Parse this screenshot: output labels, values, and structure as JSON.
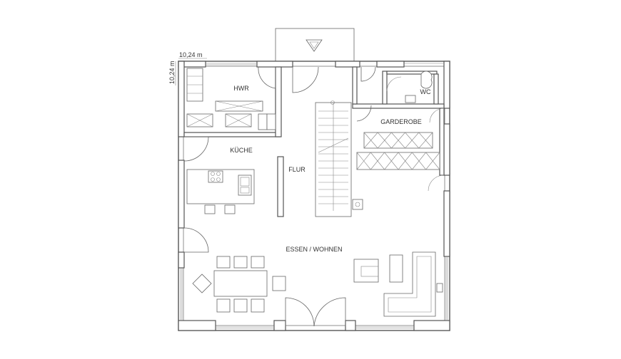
{
  "dimensions": {
    "width": "10,24 m",
    "height": "10,24 m"
  },
  "rooms": {
    "hwr": "HWR",
    "wc": "WC",
    "garderobe": "GARDEROBE",
    "kueche": "KÜCHE",
    "flur": "FLUR",
    "essen_wohnen": "ESSEN / WOHNEN"
  },
  "colors": {
    "wall": "#555555",
    "line": "#666666",
    "background": "#ffffff"
  }
}
